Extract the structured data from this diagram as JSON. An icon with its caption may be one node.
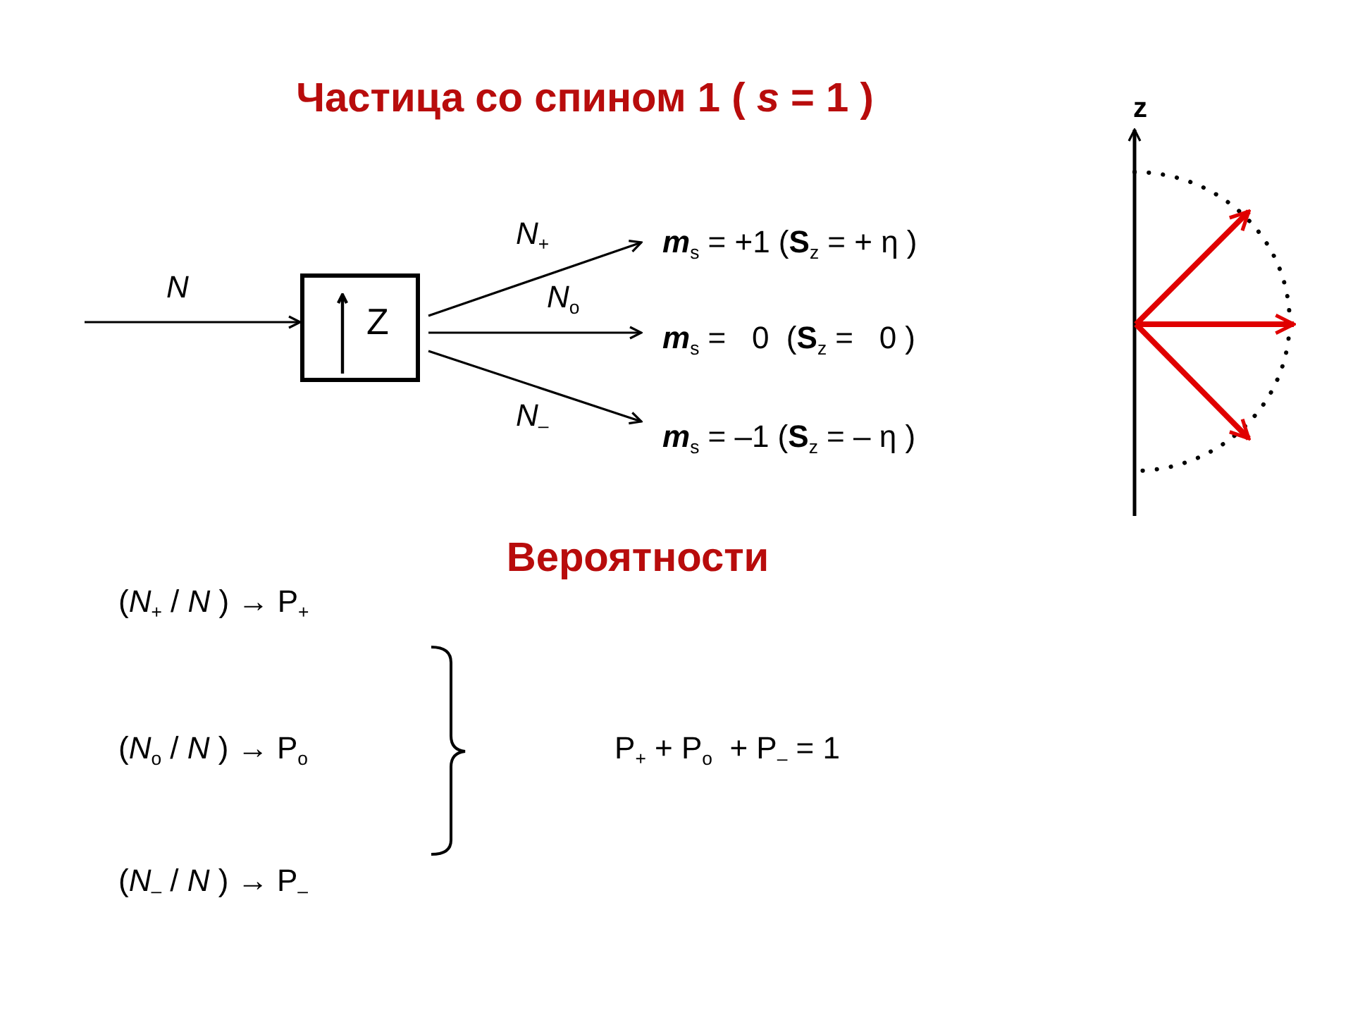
{
  "diagram": {
    "title": "Частица со спином 1 ( *s* = 1 )",
    "nodes": [
      {
        "text": [
          "Z"
        ]
      },
      {
        "text": [
          "*m*$_{s}$ = +1 (**S**$_{z}$ = + η )"
        ]
      },
      {
        "text": [
          "*m*$_{s}$ =   0  (**S**$_{z}$ =   0 )"
        ]
      },
      {
        "text": [
          "*m*$_{s}$ = –1 (**S**$_{z}$ = – η )"
        ]
      }
    ],
    "edges": [
      {
        "from": null,
        "to": 0,
        "arrow": "to",
        "label": "*N*"
      },
      {
        "from": 0,
        "to": 1,
        "arrow": "to",
        "label": "*N*$_{+}$"
      },
      {
        "from": 0,
        "to": 2,
        "arrow": "to",
        "label": "*N*$_{o}$"
      },
      {
        "from": 0,
        "to": 3,
        "arrow": "to",
        "label": "*N*$_{–}$"
      }
    ],
    "labels": [
      "z",
      "Вероятности",
      "(*N*$_{+}$ / *N* ) → P$_{+}$",
      "(*N*$_{o}$ / *N* ) → P$_{o}$",
      "(*N*$_{–}$ / *N* ) → P$_{–}$",
      "P$_{+}$ + P$_{o}$  + P$_{–}$ = 1"
    ]
  }
}
